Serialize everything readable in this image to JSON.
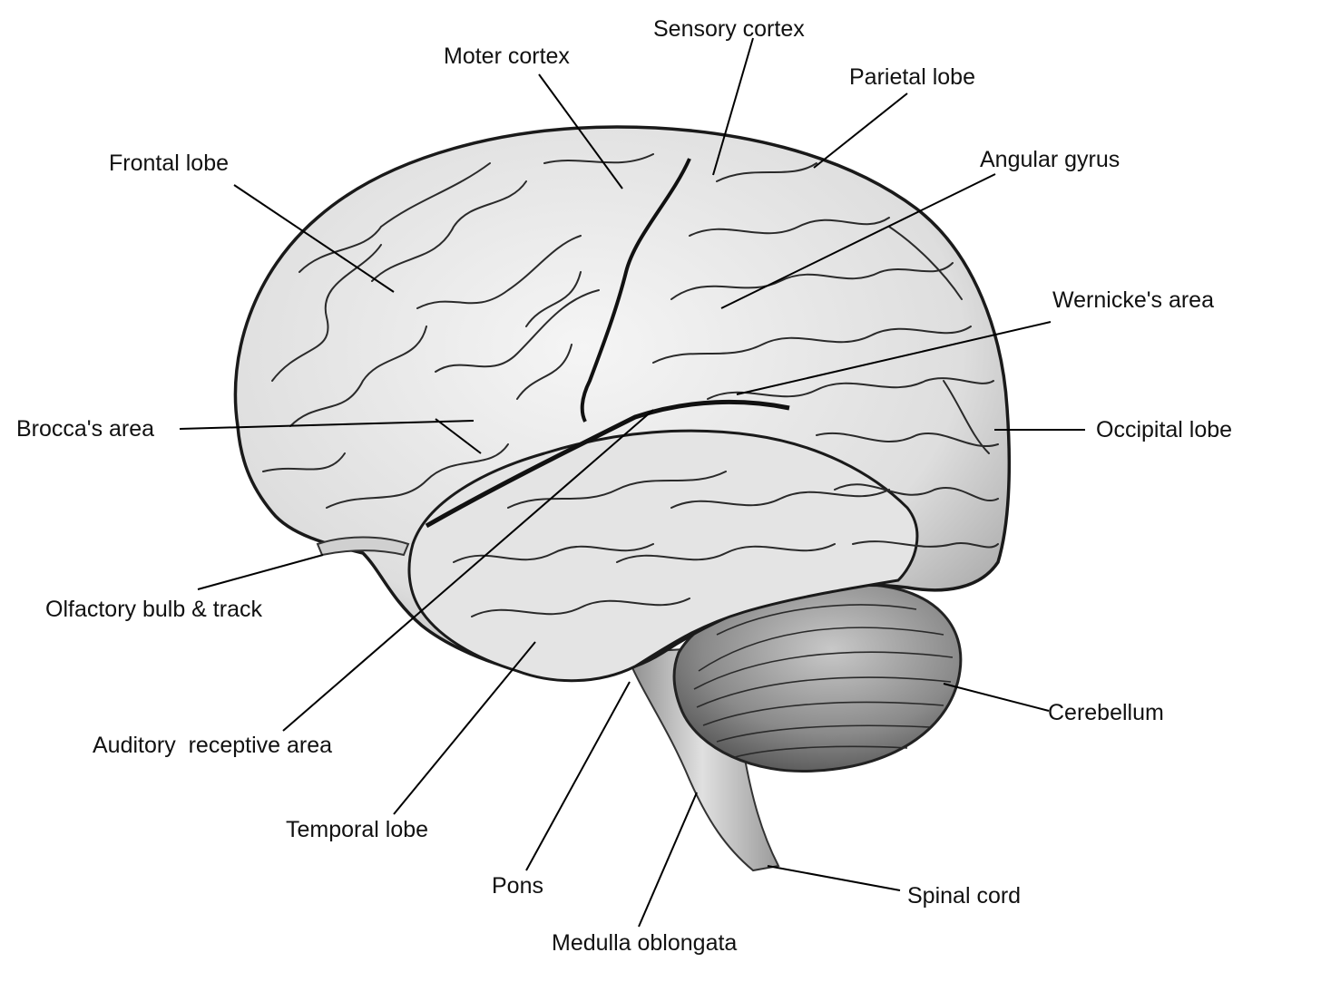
{
  "diagram": {
    "labels": [
      {
        "id": "sensory-cortex",
        "text": "Sensory cortex"
      },
      {
        "id": "moter-cortex",
        "text": "Moter cortex"
      },
      {
        "id": "parietal-lobe",
        "text": "Parietal lobe"
      },
      {
        "id": "frontal-lobe",
        "text": "Frontal lobe"
      },
      {
        "id": "angular-gyrus",
        "text": "Angular gyrus"
      },
      {
        "id": "wernickes-area",
        "text": "Wernicke's area"
      },
      {
        "id": "broccas-area",
        "text": "Brocca's area"
      },
      {
        "id": "occipital-lobe",
        "text": "Occipital lobe"
      },
      {
        "id": "olfactory-bulb",
        "text": "Olfactory bulb & track"
      },
      {
        "id": "cerebellum",
        "text": "Cerebellum"
      },
      {
        "id": "auditory-area",
        "text": "Auditory  receptive area"
      },
      {
        "id": "temporal-lobe",
        "text": "Temporal lobe"
      },
      {
        "id": "pons",
        "text": "Pons"
      },
      {
        "id": "spinal-cord",
        "text": "Spinal cord"
      },
      {
        "id": "medulla-oblongata",
        "text": "Medulla oblongata"
      }
    ]
  },
  "colors": {
    "background": "#ffffff",
    "ink": "#111111",
    "cortex_fill": "#e9e9e9",
    "cortex_shadow": "#9a9a9a",
    "cerebellum_fill": "#8d8d8d",
    "stem_fill": "#cfcfcf"
  }
}
